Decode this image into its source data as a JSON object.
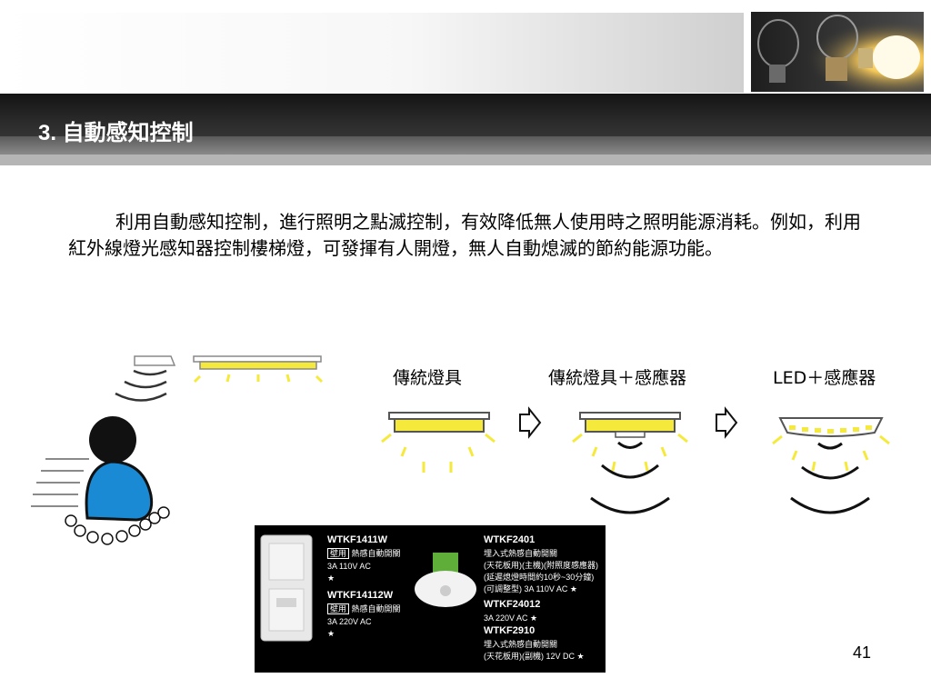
{
  "slide": {
    "title": "3. 自動感知控制",
    "body": "利用自動感知控制，進行照明之點滅控制，有效降低無人使用時之照明能源消耗。例如，利用紅外線燈光感知器控制樓梯燈，可發揮有人開燈，無人自動熄滅的節約能源功能。",
    "page_number": "41"
  },
  "diagram": {
    "labels": [
      "傳統燈具",
      "傳統燈具＋感應器",
      "LED＋感應器"
    ]
  },
  "product": {
    "left": {
      "m1": "WTKF1411W",
      "m1_tag": "壁用",
      "m1_desc": "熱感自動開關",
      "m1_spec": "3A 110V AC",
      "m2": "WTKF14112W",
      "m2_tag": "壁用",
      "m2_desc": "熱感自動開關",
      "m2_spec": "3A 220V AC",
      "star": "★"
    },
    "right": {
      "m1": "WTKF2401",
      "m1_l1": "埋入式熱感自動開關",
      "m1_l2": "(天花板用)(主機)(附照度感應器)",
      "m1_l3": "(延遲熄燈時間約10秒~30分鐘)",
      "m1_l4": "(可調整型) 3A 110V AC ★",
      "m2": "WTKF24012",
      "m2_spec": "3A 220V AC ★",
      "m3": "WTKF2910",
      "m3_l1": "埋入式熱感自動開關",
      "m3_l2": "(天花板用)(副機) 12V DC ★"
    }
  }
}
